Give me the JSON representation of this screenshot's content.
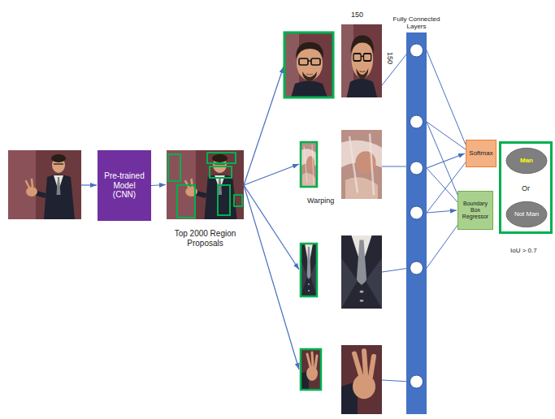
{
  "diagram": {
    "nodes": [
      {
        "text": [
          "Pre-trained Model (CNN)"
        ]
      },
      {
        "text": [
          "Top 2000 Region Proposals"
        ]
      },
      {
        "text": [
          "Fully Connected Layers"
        ]
      },
      {
        "text": [
          "Softmax"
        ]
      },
      {
        "text": [
          "Boundary Box Regressor"
        ]
      },
      {
        "text": [
          "Or"
        ]
      },
      {
        "text": [
          "Man"
        ],
        "in": 5
      },
      {
        "text": [
          "Not Man"
        ],
        "in": 5
      }
    ],
    "edges": [
      {
        "from": 0,
        "to": 1,
        "arrow": "to"
      },
      {
        "from": 2,
        "to": 3,
        "arrow": "to"
      },
      {
        "from": 2,
        "to": 4,
        "arrow": "to"
      }
    ],
    "labels": [
      "150",
      "150",
      "Warping",
      "IoU > 0.7"
    ]
  }
}
